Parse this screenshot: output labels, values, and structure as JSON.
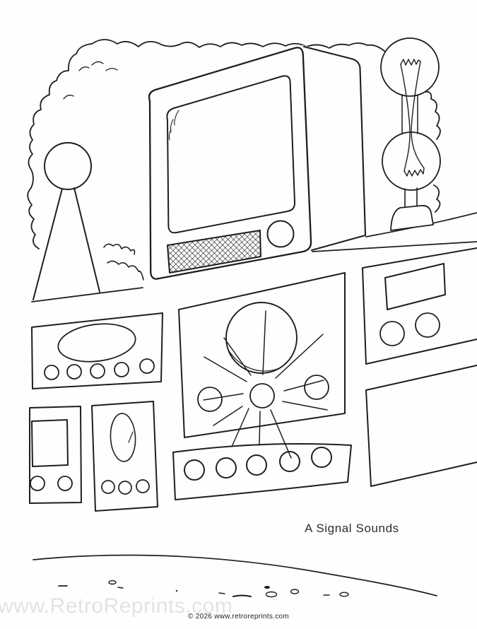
{
  "page": {
    "caption": "A Signal Sounds",
    "watermark": "www.RetroReprints.com",
    "copyright": "© 2026 www.retroreprints.com"
  },
  "colors": {
    "ink": "#1e1e1e",
    "paper": "#fefefe",
    "watermark_gray": "#e3e3e3"
  },
  "scene": {
    "type": "coloring-book line art",
    "elements": [
      {
        "name": "cloud-treeline",
        "style": "scalloped outline behind equipment"
      },
      {
        "name": "radio-tower",
        "parts": "circle head on two splayed legs"
      },
      {
        "name": "television-set",
        "parts": [
          "rounded screen with reflection marks",
          "crosshatched speaker grille",
          "round knob"
        ]
      },
      {
        "name": "spark-gap-antenna",
        "parts": [
          "two stacked spheres",
          "lightning bowtie discharge",
          "rails",
          "rounded base"
        ]
      },
      {
        "name": "console-panel-oval-display",
        "knobs": 5
      },
      {
        "name": "console-panel-square-meter",
        "knobs": 2
      },
      {
        "name": "console-panel-vertical-dial",
        "knobs": 3
      },
      {
        "name": "console-panel-signal-dial",
        "parts": [
          "large dial",
          "starburst signal rays",
          "3 small knobs"
        ]
      },
      {
        "name": "console-panel-five-buttons",
        "knobs": 5
      },
      {
        "name": "console-panel-right-meter",
        "knobs": 2
      },
      {
        "name": "console-panel-right-blank",
        "knobs": 0
      },
      {
        "name": "ground-line-with-pebbles",
        "pebbles": 10
      }
    ]
  }
}
